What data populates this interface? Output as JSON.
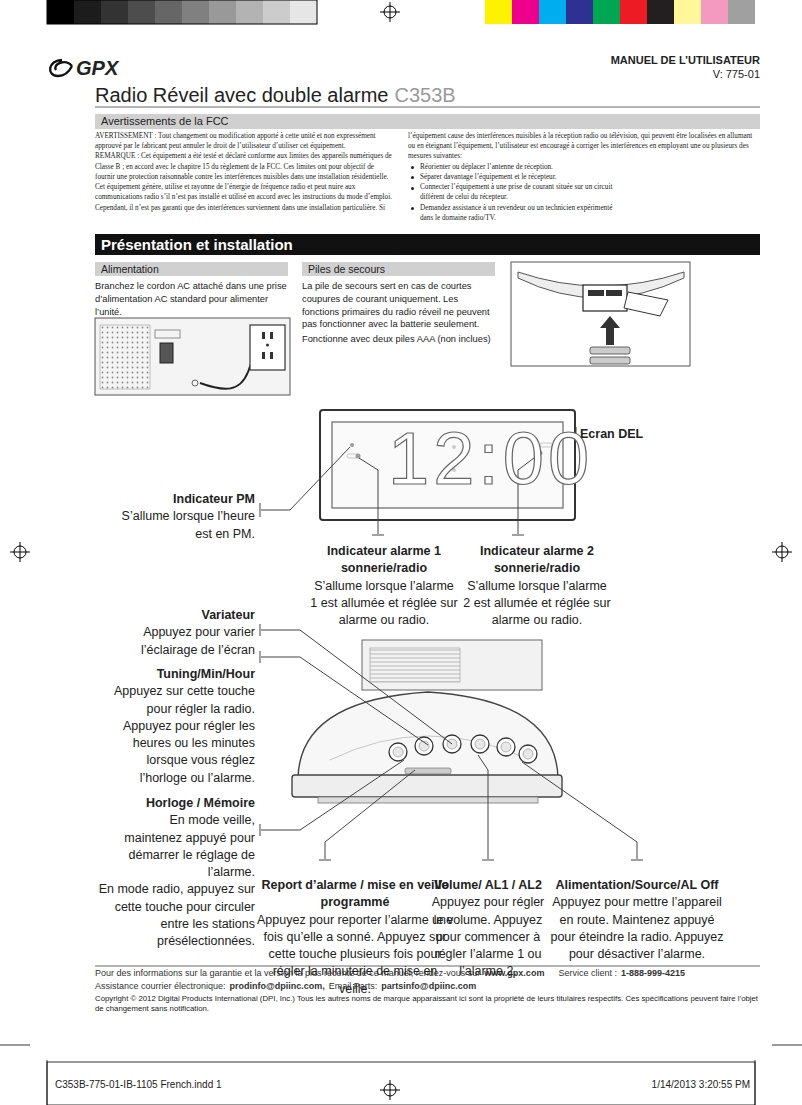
{
  "diagram": {
    "title": "Radio Réveil avec double alarme",
    "nodes": [
      {
        "text": [
          "Avertissements de la FCC"
        ]
      },
      {
        "text": [
          "Présentation et installation"
        ]
      },
      {
        "text": [
          "Alimentation"
        ]
      },
      {
        "text": [
          "Piles de secours"
        ]
      }
    ],
    "labels": [
      "GPX",
      "MANUEL DE L’UTILISATEUR",
      "V: 775-01",
      "C353B",
      "AVERTISSEMENT : Tout changement ou modification apporté à cette unité et non expressément approuvé par le fabricant peut annuler le droit de l’utilisateur d’utiliser cet équipement.",
      "REMARQUE : Cet équipement a été testé et déclaré conforme aux limites des appareils numériques de Classe B ; en accord avec le chapitre 15 du règlement de la FCC. Ces limites ont pour objectif de fournir une protection raisonnable contre les interférences nuisibles dans une installation résidentielle. Cet équipement génère, utilise et rayonne de l’énergie de fréquence radio et peut nuire aux communications radio s’il n’est pas installé et utilisé en accord avec les instructions du mode d’emploi. Cependant, il n’est pas garanti que des interférences surviennent dans une installation particulière. Si",
      "l’équipement cause des interférences nuisibles à la réception radio ou télévision, qui peuvent être localisées en allumant ou en éteignant l’équipement, l’utilisateur est encouragé à corriger les interférences en employant une ou plusieurs des mesures suivantes:",
      "Réorienter ou déplacer l’antenne de réception.",
      "Séparer davantage l’équipement et le récepteur.",
      "Connecter l’équipement à une prise de courant située sur un circuit différent de celui du récepteur.",
      "Demandez assistance à un revendeur ou un technicien expérimenté dans le domaine radio/TV.",
      "Branchez le cordon AC attaché dans une prise d’alimentation AC standard pour alimenter l’unité.",
      "La pile de secours sert en cas de courtes coupures de courant uniquement. Les fonctions primaires du radio réveil ne peuvent pas fonctionner avec la batterie seulement.",
      "Fonctionne avec deux piles AAA (non inclues)",
      "12:00",
      "Ecran DEL",
      "Indicateur PM",
      "S’allume lorsque l’heure est en PM.",
      "Indicateur alarme 1 sonnerie/radio",
      "S’allume lorsque l’alarme 1 est allumée et réglée sur alarme ou radio.",
      "Indicateur alarme 2 sonnerie/radio",
      "S’allume lorsque l’alarme 2 est allumée et réglée sur alarme ou radio.",
      "Variateur",
      "Appuyez pour varier l’éclairage de l’écran",
      "Tuning/Min/Hour",
      "Appuyez sur cette touche pour régler la radio.",
      "Appuyez pour régler les heures ou les minutes lorsque vous réglez l’horloge ou l’alarme.",
      "Horloge / Mémoire",
      "En mode veille, maintenez appuyé pour démarrer le réglage de l’alarme.",
      "En mode radio, appuyez sur cette touche pour circuler entre les stations présélectionnées.",
      "Report d’alarme / mise en veille programmé",
      "Appuyez pour reporter l’alarme une fois qu’elle a sonné. Appuyez sur cette touche plusieurs fois pour régler la minuterie de mise en veille.",
      "Volume/ AL1 / AL2",
      "Appuyez pour régler le volume. Appuyez pour commencer à régler l’alarme 1 ou l’alarme 2.",
      "Alimentation/Source/AL Off",
      "Appuyez pour mettre l’appareil en route. Maintenez appuyé pour éteindre la radio. Appuyez pour désactiver l’alarme.",
      "Pour des informations sur la garantie et la version la plus récente de ce manuel, rendez-vous sur",
      "www.gpx.com",
      "Service client :",
      "1-888-999-4215",
      "Assistance courrier électronique:",
      "prodinfo@dpiinc.com,",
      "Email Parts:",
      "partsinfo@dpiinc.com",
      "Copyright © 2012 Digital Products International (DPI, Inc.) Tous les autres noms de marque apparaissant ici sont la propriété de leurs titulaires respectifs. Ces spécifications peuvent faire l’objet de changement sans notification.",
      "C353B-775-01-IB-1105 French.indd 1",
      "1/14/2013 3:20:55 PM"
    ]
  }
}
